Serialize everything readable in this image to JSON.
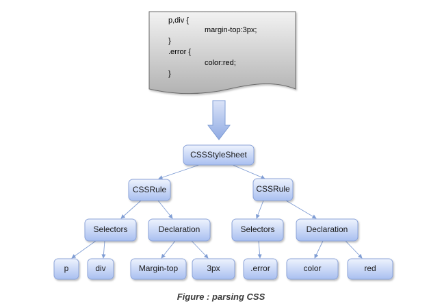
{
  "css_source": {
    "lines": [
      "p,div {",
      "margin-top:3px;",
      "}",
      ".error {",
      "color:red;",
      "}"
    ]
  },
  "tree": {
    "root": "CSSStyleSheet",
    "rules": [
      {
        "label": "CSSRule",
        "selectors": {
          "label": "Selectors",
          "items": [
            "p",
            "div"
          ]
        },
        "declaration": {
          "label": "Declaration",
          "items": [
            "Margin-top",
            "3px"
          ]
        }
      },
      {
        "label": "CSSRule",
        "selectors": {
          "label": "Selectors",
          "items": [
            ".error"
          ]
        },
        "declaration": {
          "label": "Declaration",
          "items": [
            "color",
            "red"
          ]
        }
      }
    ]
  },
  "caption": "Figure : parsing CSS",
  "colors": {
    "node_fill_top": "#eef3fd",
    "node_fill_bottom": "#a9bff0",
    "node_stroke": "#8ba3d8",
    "edge": "#7f9dd4",
    "arrow_fill_top": "#d5e0f7",
    "arrow_fill_bottom": "#8faae3",
    "document_fill_top": "#f0f0f0",
    "document_fill_bottom": "#b4b4b4",
    "caption": "#3b3b3b"
  }
}
